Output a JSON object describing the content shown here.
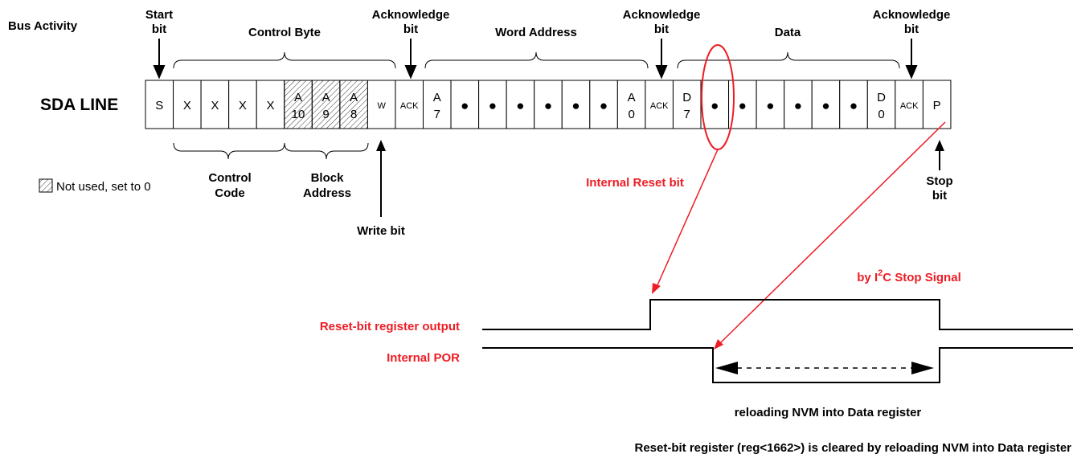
{
  "header": {
    "bus_activity": "Bus Activity",
    "start_bit": [
      "Start",
      "bit"
    ],
    "control_byte": "Control Byte",
    "ack1": [
      "Acknowledge",
      "bit"
    ],
    "word_address": "Word Address",
    "ack2": [
      "Acknowledge",
      "bit"
    ],
    "data": "Data",
    "ack3": [
      "Acknowledge",
      "bit"
    ]
  },
  "sda": {
    "label": "SDA LINE",
    "cells": [
      [
        "S"
      ],
      [
        "X"
      ],
      [
        "X"
      ],
      [
        "X"
      ],
      [
        "X"
      ],
      [
        "A",
        "10"
      ],
      [
        "A",
        "9"
      ],
      [
        "A",
        "8"
      ],
      [
        "W"
      ],
      [
        "ACK"
      ],
      [
        "A",
        "7"
      ],
      [
        "●"
      ],
      [
        "●"
      ],
      [
        "●"
      ],
      [
        "●"
      ],
      [
        "●"
      ],
      [
        "●"
      ],
      [
        "A",
        "0"
      ],
      [
        "ACK"
      ],
      [
        "D",
        "7"
      ],
      [
        "●"
      ],
      [
        "●"
      ],
      [
        "●"
      ],
      [
        "●"
      ],
      [
        "●"
      ],
      [
        "●"
      ],
      [
        "D",
        "0"
      ],
      [
        "ACK"
      ],
      [
        "P"
      ]
    ]
  },
  "legend": {
    "not_used": "Not used, set to 0"
  },
  "lower_labels": {
    "control_code": [
      "Control",
      "Code"
    ],
    "block_address": [
      "Block",
      "Address"
    ],
    "write_bit": "Write bit",
    "stop_bit": [
      "Stop",
      "bit"
    ]
  },
  "annotations": {
    "internal_reset_bit": "Internal Reset bit",
    "stop_signal_prefix": "by I",
    "stop_signal_sup": "2",
    "stop_signal_suffix": "C Stop Signal",
    "reset_bit_output": "Reset-bit register output",
    "internal_por": "Internal POR",
    "reloading": "reloading NVM into Data register",
    "footnote": "Reset-bit register (reg<1662>) is cleared by reloading NVM into Data register"
  },
  "colors": {
    "annotation": "#ee1c24",
    "ink": "#000000",
    "background": "#ffffff"
  }
}
